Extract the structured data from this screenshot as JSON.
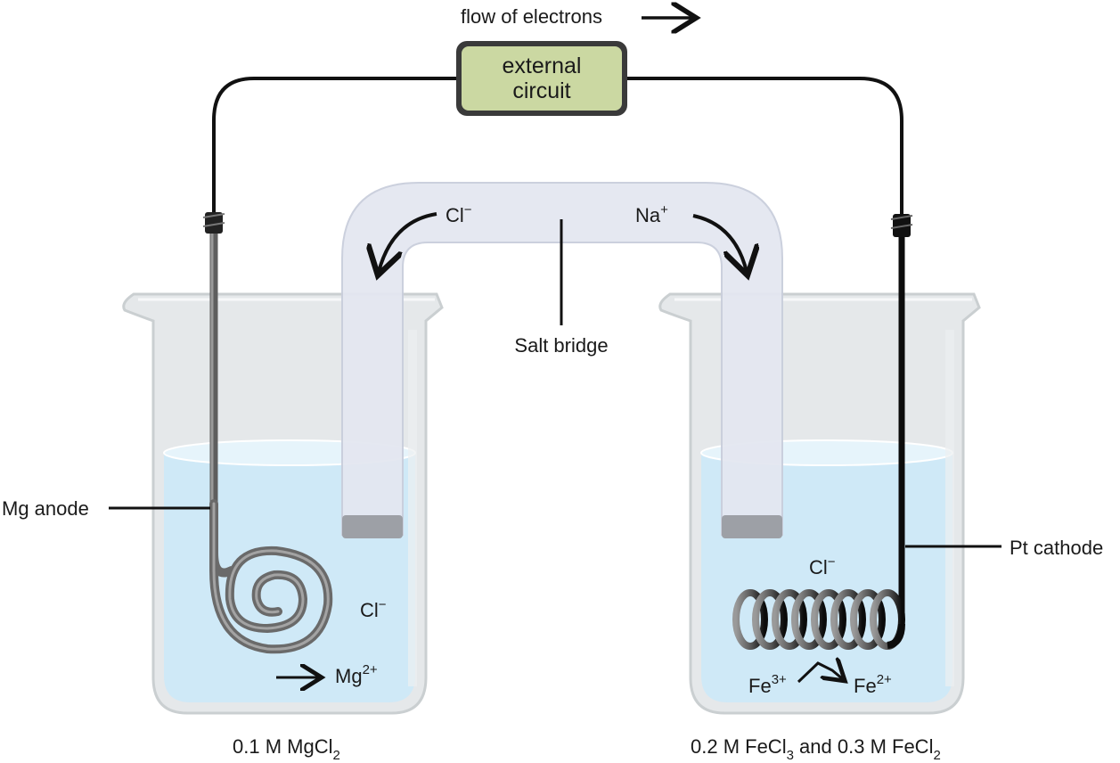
{
  "labels": {
    "flow_of_electrons": "flow of electrons",
    "external_circuit_line1": "external",
    "external_circuit_line2": "circuit",
    "salt_bridge": "Salt bridge",
    "cl_bridge_base": "Cl",
    "cl_bridge_sup": "−",
    "na_base": "Na",
    "na_sup": "+",
    "mg_anode": "Mg anode",
    "pt_cathode": "Pt cathode",
    "cl_left_base": "Cl",
    "cl_left_sup": "−",
    "cl_right_base": "Cl",
    "cl_right_sup": "−",
    "mg_ion_base": "Mg",
    "mg_ion_sup": "2+",
    "fe3_base": "Fe",
    "fe3_sup": "3+",
    "fe2_base": "Fe",
    "fe2_sup": "2+"
  },
  "solutions": {
    "left_prefix": "0.1 M MgCl",
    "left_sub": "2",
    "right_prefix": "0.2 M FeCl",
    "right_sub1": "3",
    "right_mid": " and 0.3 M FeCl",
    "right_sub2": "2"
  },
  "colors": {
    "solution": "#cfe9f7",
    "glass": "#dfe3e6",
    "circuit_box": "#cbd8a2",
    "wire": "#111111",
    "salt_bridge": "#e4e7f1"
  }
}
